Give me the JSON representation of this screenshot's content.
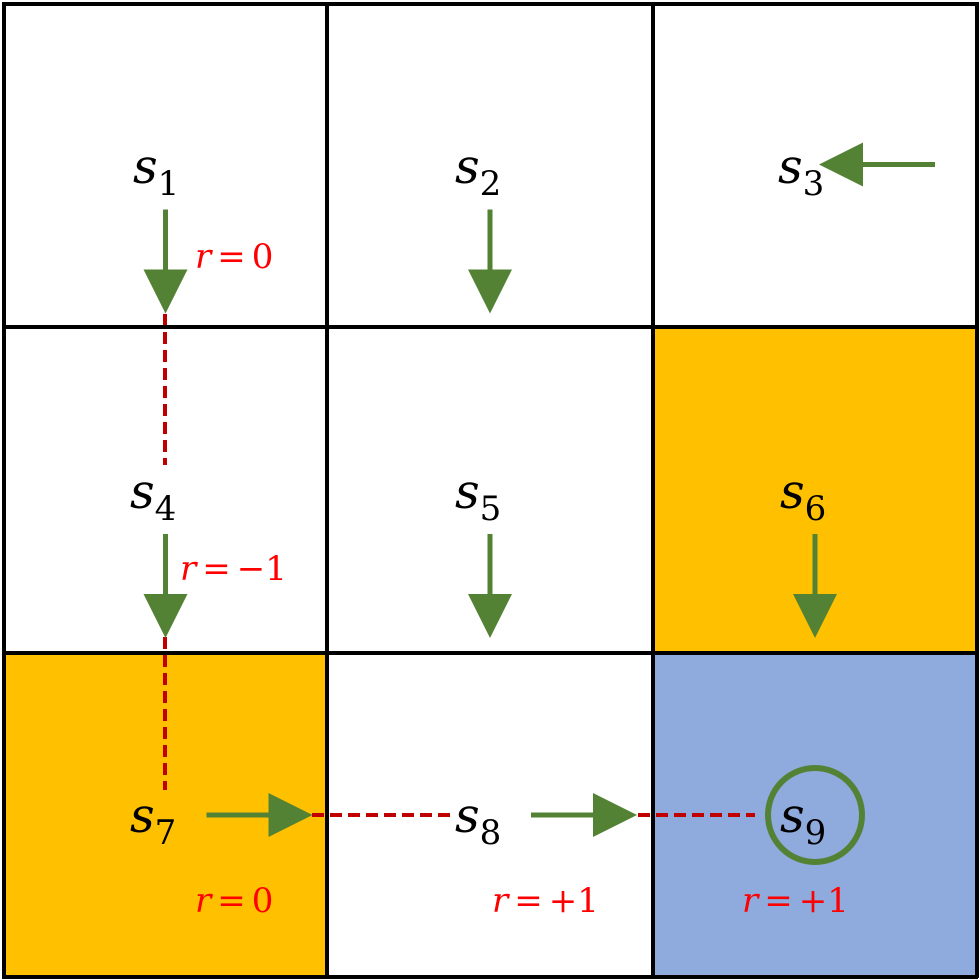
{
  "colors": {
    "grid_line": "#000000",
    "cell_default": "#ffffff",
    "cell_forbidden": "#ffc000",
    "cell_target": "#8faadc",
    "policy_arrow": "#548235",
    "trajectory": "#c00000",
    "reward_text": "#ff0000"
  },
  "grid": {
    "rows": 3,
    "cols": 3,
    "cells": [
      {
        "id": "s1",
        "letter": "s",
        "index": "1",
        "type": "normal",
        "action": "down"
      },
      {
        "id": "s2",
        "letter": "s",
        "index": "2",
        "type": "normal",
        "action": "down"
      },
      {
        "id": "s3",
        "letter": "s",
        "index": "3",
        "type": "normal",
        "action": "left"
      },
      {
        "id": "s4",
        "letter": "s",
        "index": "4",
        "type": "normal",
        "action": "down"
      },
      {
        "id": "s5",
        "letter": "s",
        "index": "5",
        "type": "normal",
        "action": "down"
      },
      {
        "id": "s6",
        "letter": "s",
        "index": "6",
        "type": "forbidden",
        "action": "down"
      },
      {
        "id": "s7",
        "letter": "s",
        "index": "7",
        "type": "forbidden",
        "action": "right"
      },
      {
        "id": "s8",
        "letter": "s",
        "index": "8",
        "type": "normal",
        "action": "right"
      },
      {
        "id": "s9",
        "letter": "s",
        "index": "9",
        "type": "target",
        "action": "stay"
      }
    ]
  },
  "trajectory": [
    "s1",
    "s4",
    "s7",
    "s8",
    "s9"
  ],
  "rewards": [
    {
      "id": "r-s1",
      "var": "r",
      "eq": "=",
      "value": "0"
    },
    {
      "id": "r-s4",
      "var": "r",
      "eq": "=",
      "value": "−1"
    },
    {
      "id": "r-s7",
      "var": "r",
      "eq": "=",
      "value": "0"
    },
    {
      "id": "r-s8",
      "var": "r",
      "eq": "=",
      "value": "+1"
    },
    {
      "id": "r-s9",
      "var": "r",
      "eq": "=",
      "value": "+1"
    }
  ]
}
